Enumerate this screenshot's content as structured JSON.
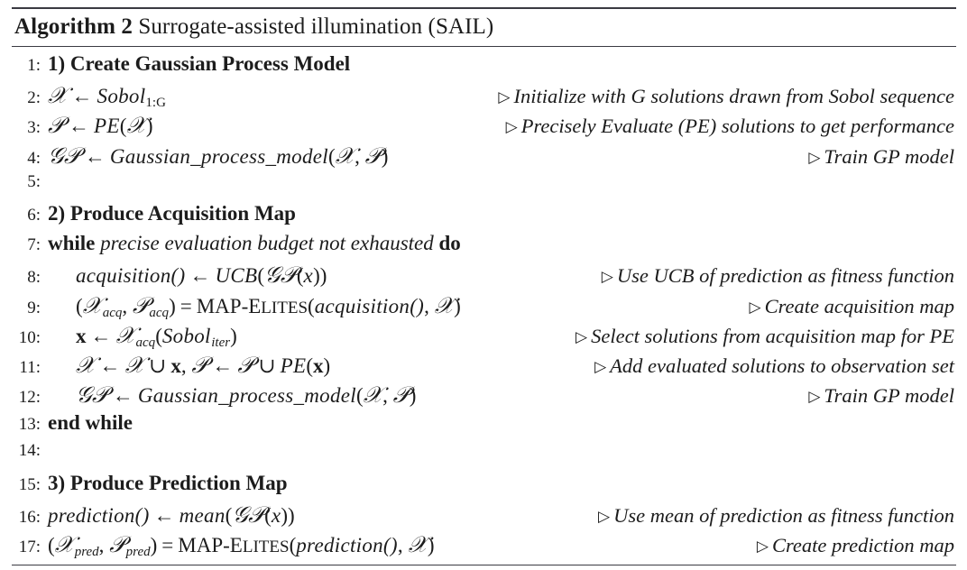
{
  "document": {
    "type": "algorithm-pseudocode",
    "caption_keyword": "Algorithm 2",
    "caption_title": "Surrogate-assisted illumination (SAIL)",
    "comment_marker": "▷",
    "rule_color": "#3a3a42",
    "background_color": "#ffffff",
    "text_color": "#1c1c1c"
  },
  "lines": [
    {
      "number": "1:",
      "indent": 0,
      "kind": "section-heading",
      "code_text": "1) Create Gaussian Process Model",
      "comment": ""
    },
    {
      "number": "2:",
      "indent": 0,
      "kind": "assignment",
      "code_text": "𝒳 ← Sobol₁:ᴳ",
      "comment": "Initialize with G solutions drawn from Sobol sequence"
    },
    {
      "number": "3:",
      "indent": 0,
      "kind": "assignment",
      "code_text": "𝒫 ← PE(𝒳)",
      "comment": "Precisely Evaluate (PE) solutions to get performance"
    },
    {
      "number": "4:",
      "indent": 0,
      "kind": "assignment",
      "code_text": "𝒢𝒫 ← Gaussian_process_model(𝒳, 𝒫)",
      "comment": "Train GP model"
    },
    {
      "number": "5:",
      "indent": 0,
      "kind": "blank",
      "code_text": "",
      "comment": ""
    },
    {
      "number": "6:",
      "indent": 0,
      "kind": "section-heading",
      "code_text": "2) Produce Acquisition Map",
      "comment": ""
    },
    {
      "number": "7:",
      "indent": 0,
      "kind": "while-statement",
      "code_text": "while precise evaluation budget not exhausted do",
      "keyword_open": "while",
      "condition": "precise evaluation budget not exhausted",
      "keyword_close": "do",
      "comment": ""
    },
    {
      "number": "8:",
      "indent": 1,
      "kind": "assignment",
      "code_text": "acquisition() ← UCB(𝒢𝒫(x))",
      "comment": "Use UCB of prediction as fitness function"
    },
    {
      "number": "9:",
      "indent": 1,
      "kind": "assignment",
      "code_text": "(𝒳ₐᴄ𝒬, 𝒫ₐᴄ𝒬) = MAP-Elites(acquisition(), 𝒳)",
      "comment": "Create acquisition map"
    },
    {
      "number": "10:",
      "indent": 1,
      "kind": "assignment",
      "code_text": "x ← 𝒳ₐᴄ𝒬(Sobolᵢₜₑᵣ)",
      "comment": "Select solutions from acquisition map for PE"
    },
    {
      "number": "11:",
      "indent": 1,
      "kind": "assignment",
      "code_text": "𝒳 ← 𝒳 ∪ x, 𝒫 ← 𝒫 ∪ PE(x)",
      "comment": "Add evaluated solutions to observation set"
    },
    {
      "number": "12:",
      "indent": 1,
      "kind": "assignment",
      "code_text": "𝒢𝒫 ← Gaussian_process_model(𝒳, 𝒫)",
      "comment": "Train GP model"
    },
    {
      "number": "13:",
      "indent": 0,
      "kind": "end-statement",
      "code_text": "end while",
      "comment": ""
    },
    {
      "number": "14:",
      "indent": 0,
      "kind": "blank",
      "code_text": "",
      "comment": ""
    },
    {
      "number": "15:",
      "indent": 0,
      "kind": "section-heading",
      "code_text": "3) Produce Prediction Map",
      "comment": ""
    },
    {
      "number": "16:",
      "indent": 0,
      "kind": "assignment",
      "code_text": "prediction() ← mean(𝒢𝒫(x))",
      "comment": "Use mean of prediction as fitness function"
    },
    {
      "number": "17:",
      "indent": 0,
      "kind": "assignment",
      "code_text": "(𝒳ₚᵣₑ𝓡, 𝒫ₚᵣₑ𝓡) = MAP-Elites(prediction(), 𝒳)",
      "comment": "Create prediction map"
    }
  ],
  "tokens": {
    "script_X": "𝒳",
    "script_P": "𝒫",
    "script_G": "𝒢",
    "arrow_left": "←",
    "union": "∪",
    "equals": "=",
    "sobol": "Sobol",
    "pe": "PE",
    "ucb": "UCB",
    "mean": "mean",
    "gaussian_process_model": "Gaussian_process_model",
    "acquisition_call": "acquisition()",
    "prediction_call": "prediction()",
    "map_elites_head": "MAP-",
    "map_elites_e": "E",
    "map_elites_tail": "LITES",
    "sub_1G": "1:G",
    "sub_acq": "acq",
    "sub_iter": "iter",
    "sub_pred": "pred",
    "var_x_italic": "x",
    "var_x_bold": "x",
    "while": "while",
    "do": "do",
    "end_while": "end while"
  }
}
